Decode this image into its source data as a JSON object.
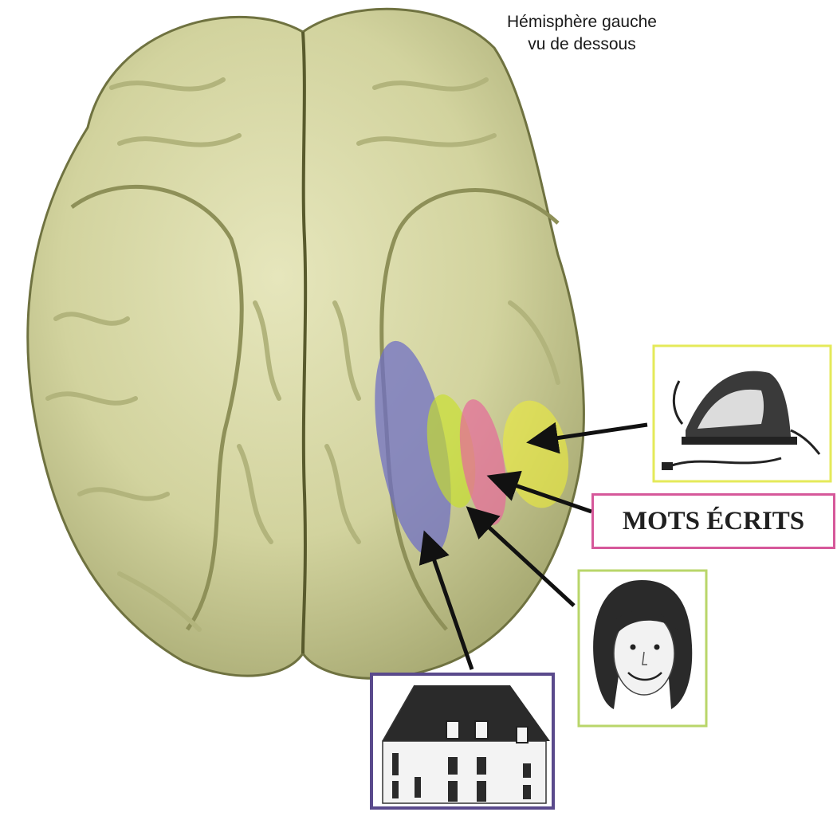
{
  "caption": {
    "line1": "Hémisphère gauche",
    "line2": "vu de dessous"
  },
  "labels": {
    "words": "MOTS ÉCRITS"
  },
  "regions": [
    {
      "category": "houses",
      "color": "#6f6fc4"
    },
    {
      "category": "faces",
      "color": "#c8e02a"
    },
    {
      "category": "written-words",
      "color": "#e46b9a"
    },
    {
      "category": "objects",
      "color": "#ecec3a"
    }
  ],
  "frame_colors": {
    "object": "#e4ea5a",
    "words": "#d6589a",
    "face": "#b9d66a",
    "house": "#5a4a8c"
  },
  "icons": [
    "brain",
    "iron",
    "face",
    "house"
  ]
}
